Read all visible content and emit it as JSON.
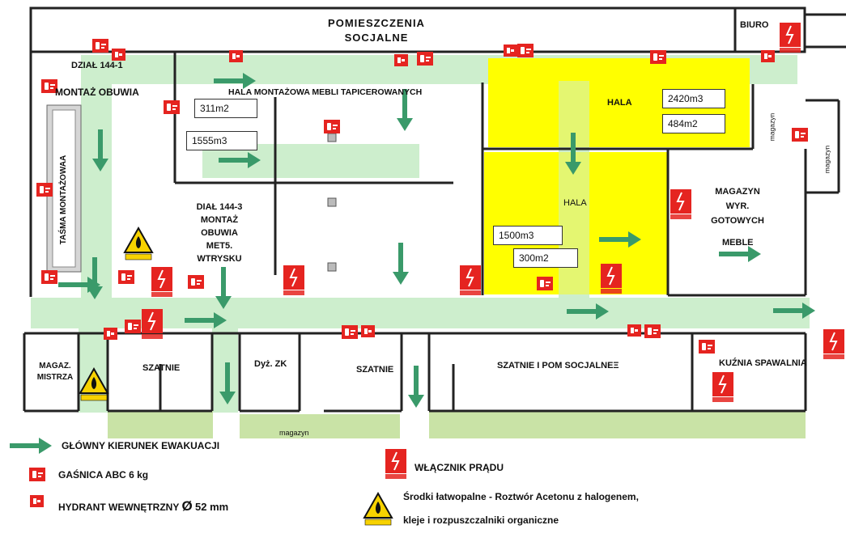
{
  "rooms": {
    "pomieszczenia_line1": "POMIESZCZENIA",
    "pomieszczenia_line2": "SOCJALNE",
    "biuro": "BIURO",
    "dzial_144_1": "DZIAŁ 144-1",
    "montaz_obuwia": "MONTAŻ OBUWIA",
    "tasma": "TAŚMA  MONTAŻOWAA",
    "hala_montazowa": "HALA  MONTAŻOWA MEBLI TAPICEROWANYCH",
    "hala_top": "HALA",
    "hala_mid": "HALA",
    "magazyn_side": "magazyn",
    "magazyn_far_right": "magazyn",
    "magazyn_line1": "MAGAZYN",
    "magazyn_line2": "WYR.",
    "magazyn_line3": "GOTOWYCH",
    "meble": "MEBLE",
    "dzial_144_3_line1": "DIAŁ 144-3",
    "dzial_144_3_line2": "MONTAŻ",
    "dzial_144_3_line3": "OBUWIA",
    "dzial_144_3_line4": "MET5.",
    "dzial_144_3_line5": "WTRYSKU",
    "magaz_line1": "MAGAZ.",
    "magaz_line2": "MISTRZA",
    "szatnie_1": "SZATNIE",
    "dyz_zk": "Dyż. ZK",
    "szatnie_2": "SZATNIE",
    "szatnie_pom": "SZATNIE I POM SOCJALNEΞ",
    "kuznia": "KUŹNIA SPAWALNIA",
    "magazyn_bottom": "magazyn"
  },
  "measures": {
    "m311": "311m2",
    "m1555": "1555m3",
    "m2420": "2420m3",
    "m484": "484m2",
    "m1500": "1500m3",
    "m300": "300m2"
  },
  "legend": {
    "evacuation": "GŁÓWNY KIERUNEK EWAKUACJI",
    "extinguisher": "GAŚNICA ABC 6 kg",
    "hydrant_prefix": "HYDRANT WEWNĘTRZNY",
    "hydrant_symbol": "Ø",
    "hydrant_size": "52 mm",
    "switch": "WŁĄCZNIK PRĄDU",
    "flammable_line1": "Środki łatwopalne - Roztwór Acetonu z halogenem,",
    "flammable_line2": "kleje i rozpuszczalniki organiczne"
  },
  "colors": {
    "evac_arrow": "#3a9a6a",
    "route": "#cdeecd",
    "hall": "#ffff00",
    "sign_red": "#e52420",
    "warning_yellow": "#f7d200",
    "bottom_strip": "#c9e3a6"
  },
  "icons": [
    "evacuation-arrow-icon",
    "fire-extinguisher-icon",
    "hydrant-icon",
    "power-switch-icon",
    "flammable-warning-icon"
  ]
}
